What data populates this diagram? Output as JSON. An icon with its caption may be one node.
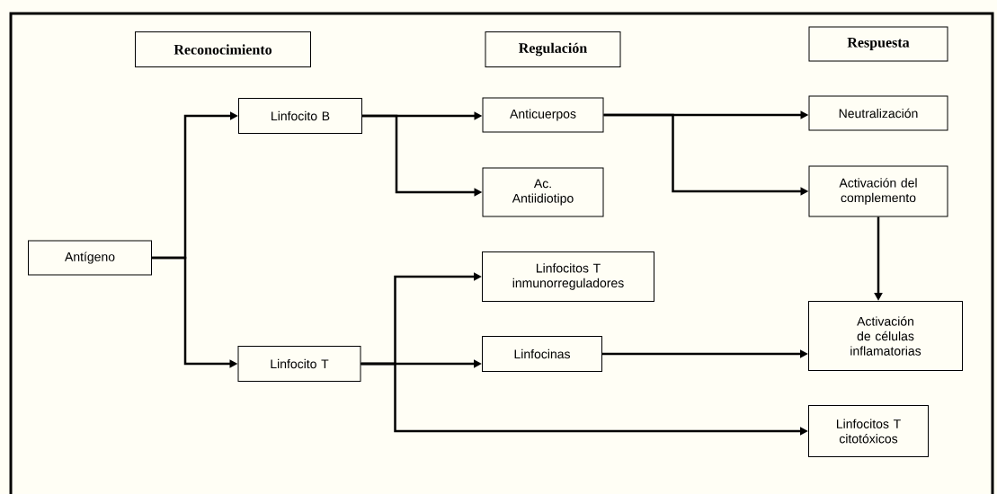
{
  "diagram": {
    "nodes": [
      {
        "text": [
          "Reconocimiento"
        ]
      },
      {
        "text": [
          "Regulación"
        ]
      },
      {
        "text": [
          "Respuesta"
        ]
      },
      {
        "text": [
          "Antígeno"
        ]
      },
      {
        "text": [
          "Linfocito B"
        ]
      },
      {
        "text": [
          "Linfocito T"
        ]
      },
      {
        "text": [
          "Anticuerpos"
        ]
      },
      {
        "text": [
          "Ac. Antiidiotipo"
        ]
      },
      {
        "text": [
          "Linfocitos T inmunorreguladores"
        ]
      },
      {
        "text": [
          "Linfocinas"
        ]
      },
      {
        "text": [
          "Neutralización"
        ]
      },
      {
        "text": [
          "Activación del complemento"
        ]
      },
      {
        "text": [
          "Activación de células inflamatorias"
        ]
      },
      {
        "text": [
          "Linfocitos T citotóxicos"
        ]
      }
    ],
    "edges": [
      {
        "from": 3,
        "to": 4,
        "arrow": "to"
      },
      {
        "from": 3,
        "to": 5,
        "arrow": "to"
      },
      {
        "from": 4,
        "to": 6,
        "arrow": "to"
      },
      {
        "from": 4,
        "to": 7,
        "arrow": "to"
      },
      {
        "from": 5,
        "to": 8,
        "arrow": "to"
      },
      {
        "from": 5,
        "to": 9,
        "arrow": "to"
      },
      {
        "from": 5,
        "to": 13,
        "arrow": "to"
      },
      {
        "from": 6,
        "to": 10,
        "arrow": "to"
      },
      {
        "from": 6,
        "to": 11,
        "arrow": "to"
      },
      {
        "from": 11,
        "to": 12,
        "arrow": "to"
      },
      {
        "from": 9,
        "to": 12,
        "arrow": "to"
      }
    ]
  }
}
